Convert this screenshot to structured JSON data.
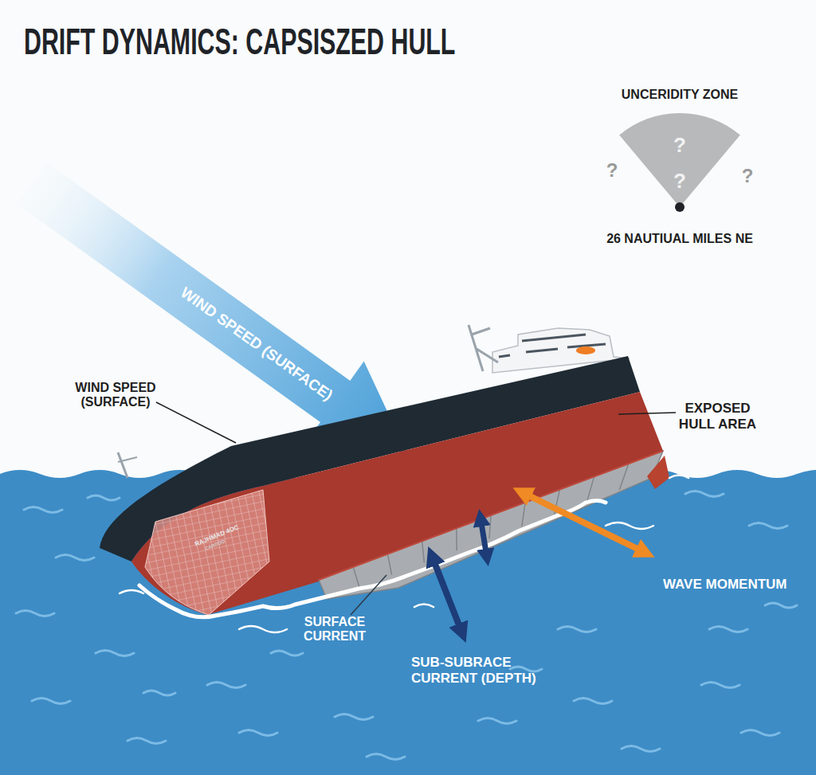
{
  "diagram": {
    "title": "DRIFT DYNAMICS: CAPSISZED HULL",
    "nodes": [
      {
        "text": [
          "UNCERIDITY ZONE",
          "?",
          "?"
        ]
      }
    ],
    "labels": [
      "WIND SPEED (SURFACE)",
      "WIND SPEED (SURFACE)",
      "RAJHMAD 4OC",
      "CARDOO",
      "EXPOSED HULL AREA",
      "?",
      "?",
      "26 NAUTIUAL MILES NE",
      "WAVE MOMENTUM",
      "SURFACE CURRENT",
      "SUB-SUBRACE CURRENT (DEPTH)"
    ]
  }
}
